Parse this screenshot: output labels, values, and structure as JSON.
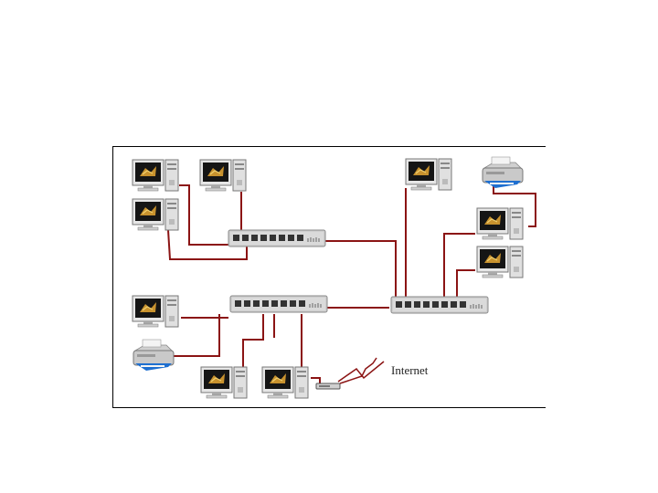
{
  "diagram": {
    "internet_label": "Internet",
    "colors": {
      "link": "#8b1414",
      "hub_body": "#cfcfcf",
      "screen": "#151515",
      "screen_glow": "#d8a23a"
    },
    "nodes": [
      {
        "id": "pc-tl-1",
        "icon": "desktop-computer-icon"
      },
      {
        "id": "pc-tl-2",
        "icon": "desktop-computer-icon"
      },
      {
        "id": "pc-tl-3",
        "icon": "desktop-computer-icon"
      },
      {
        "id": "hub-top",
        "icon": "network-switch-icon"
      },
      {
        "id": "hub-bottom",
        "icon": "network-switch-icon"
      },
      {
        "id": "hub-right",
        "icon": "network-switch-icon"
      },
      {
        "id": "pc-bl-1",
        "icon": "desktop-computer-icon"
      },
      {
        "id": "printer-bl",
        "icon": "printer-icon"
      },
      {
        "id": "pc-bb-1",
        "icon": "desktop-computer-icon"
      },
      {
        "id": "pc-bb-2",
        "icon": "desktop-computer-icon"
      },
      {
        "id": "modem",
        "icon": "modem-icon"
      },
      {
        "id": "pc-tr-1",
        "icon": "desktop-computer-icon"
      },
      {
        "id": "printer-tr",
        "icon": "printer-icon"
      },
      {
        "id": "pc-r-1",
        "icon": "desktop-computer-icon"
      },
      {
        "id": "pc-r-2",
        "icon": "desktop-computer-icon"
      }
    ]
  }
}
